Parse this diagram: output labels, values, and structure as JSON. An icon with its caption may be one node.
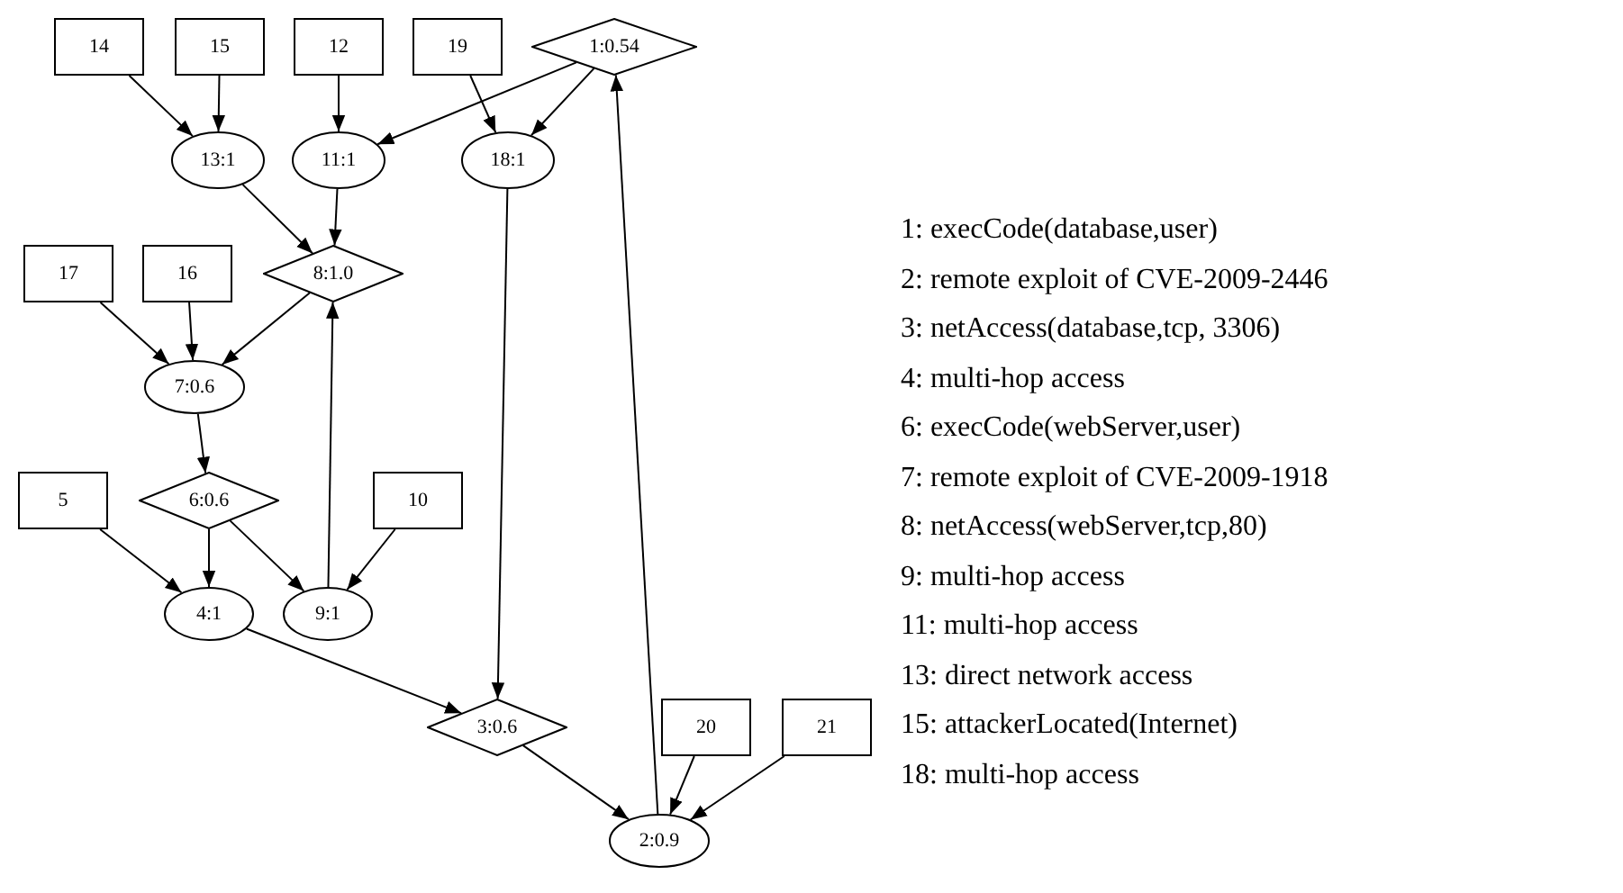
{
  "diagram": {
    "nodes": [
      {
        "text": [
          "14"
        ]
      },
      {
        "text": [
          "15"
        ]
      },
      {
        "text": [
          "12"
        ]
      },
      {
        "text": [
          "19"
        ]
      },
      {
        "text": [
          "1:0.54"
        ]
      },
      {
        "text": [
          "13:1"
        ]
      },
      {
        "text": [
          "11:1"
        ]
      },
      {
        "text": [
          "18:1"
        ]
      },
      {
        "text": [
          "8:1.0"
        ]
      },
      {
        "text": [
          "17"
        ]
      },
      {
        "text": [
          "16"
        ]
      },
      {
        "text": [
          "7:0.6"
        ]
      },
      {
        "text": [
          "6:0.6"
        ]
      },
      {
        "text": [
          "5"
        ]
      },
      {
        "text": [
          "10"
        ]
      },
      {
        "text": [
          "4:1"
        ]
      },
      {
        "text": [
          "9:1"
        ]
      },
      {
        "text": [
          "3:0.6"
        ]
      },
      {
        "text": [
          "20"
        ]
      },
      {
        "text": [
          "21"
        ]
      },
      {
        "text": [
          "2:0.9"
        ]
      }
    ],
    "edges": [
      {
        "from": 0,
        "to": 5,
        "arrow": "to"
      },
      {
        "from": 1,
        "to": 5,
        "arrow": "to"
      },
      {
        "from": 2,
        "to": 6,
        "arrow": "to"
      },
      {
        "from": 4,
        "to": 6,
        "arrow": "to"
      },
      {
        "from": 3,
        "to": 7,
        "arrow": "to"
      },
      {
        "from": 4,
        "to": 7,
        "arrow": "to"
      },
      {
        "from": 5,
        "to": 8,
        "arrow": "to"
      },
      {
        "from": 6,
        "to": 8,
        "arrow": "to"
      },
      {
        "from": 9,
        "to": 11,
        "arrow": "to"
      },
      {
        "from": 10,
        "to": 11,
        "arrow": "to"
      },
      {
        "from": 8,
        "to": 11,
        "arrow": "to"
      },
      {
        "from": 11,
        "to": 12,
        "arrow": "to"
      },
      {
        "from": 12,
        "to": 15,
        "arrow": "to"
      },
      {
        "from": 12,
        "to": 16,
        "arrow": "to"
      },
      {
        "from": 13,
        "to": 15,
        "arrow": "to"
      },
      {
        "from": 14,
        "to": 16,
        "arrow": "to"
      },
      {
        "from": 16,
        "to": 8,
        "arrow": "to"
      },
      {
        "from": 15,
        "to": 17,
        "arrow": "to"
      },
      {
        "from": 7,
        "to": 17,
        "arrow": "to"
      },
      {
        "from": 17,
        "to": 20,
        "arrow": "to"
      },
      {
        "from": 18,
        "to": 20,
        "arrow": "to"
      },
      {
        "from": 19,
        "to": 20,
        "arrow": "to"
      },
      {
        "from": 20,
        "to": 4,
        "arrow": "to"
      }
    ],
    "labels": [
      "1: execCode(database,user)",
      "2: remote exploit of CVE-2009-2446",
      "3: netAccess(database,tcp, 3306)",
      "4: multi-hop access",
      "6: execCode(webServer,user)",
      "7: remote exploit of CVE-2009-1918",
      "8: netAccess(webServer,tcp,80)",
      "9: multi-hop access",
      "11: multi-hop access",
      "13: direct network access",
      "15: attackerLocated(Internet)",
      "18: multi-hop access"
    ]
  }
}
